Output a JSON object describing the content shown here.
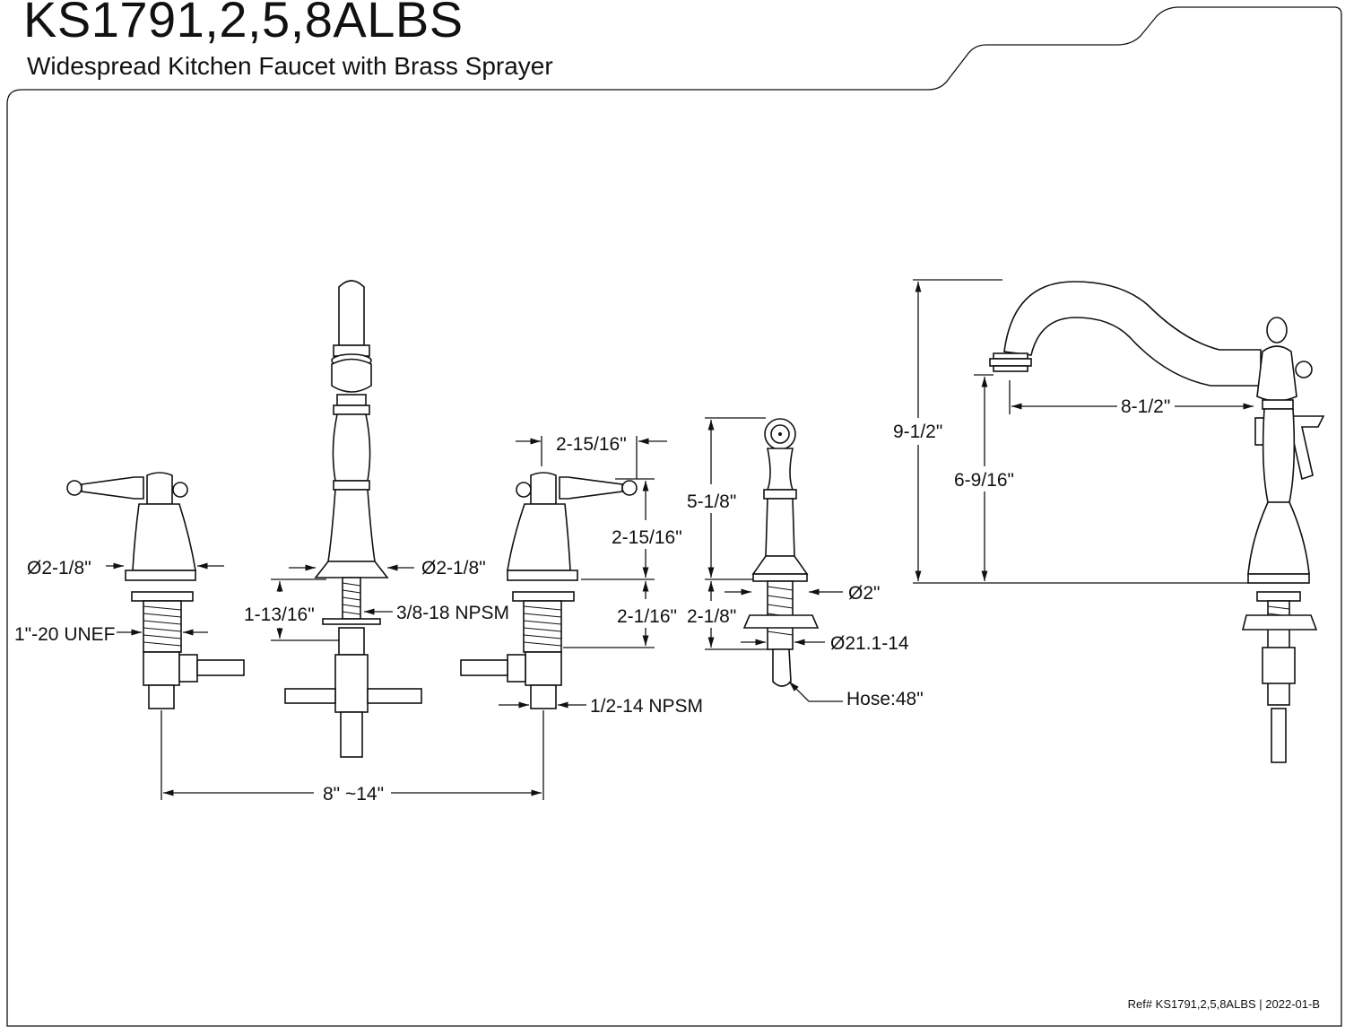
{
  "header": {
    "title": "KS1791,2,5,8ALBS",
    "subtitle": "Widespread Kitchen Faucet with Brass Sprayer"
  },
  "dimensions": {
    "handle_flange_dia_left": "Ø2-1/8\"",
    "handle_thread": "1\"-20 UNEF",
    "spout_flange_dia": "Ø2-1/8\"",
    "spout_shank_length": "1-13/16\"",
    "spout_thread": "3/8-18 NPSM",
    "handle_width": "2-15/16\"",
    "handle_height": "2-15/16\"",
    "handle_shank_length": "2-1/16\"",
    "supply_thread": "1/2-14 NPSM",
    "center_spread": "8\" ~14\"",
    "sprayer_height": "5-1/8\"",
    "sprayer_shank_length": "2-1/8\"",
    "sprayer_base_dia": "Ø2\"",
    "sprayer_thread": "Ø21.1-14",
    "hose_length": "Hose:48\"",
    "spout_total_height": "9-1/2\"",
    "spout_outlet_height": "6-9/16\"",
    "spout_reach": "8-1/2\""
  },
  "footer": {
    "reference": "Ref# KS1791,2,5,8ALBS | 2022-01-B"
  }
}
